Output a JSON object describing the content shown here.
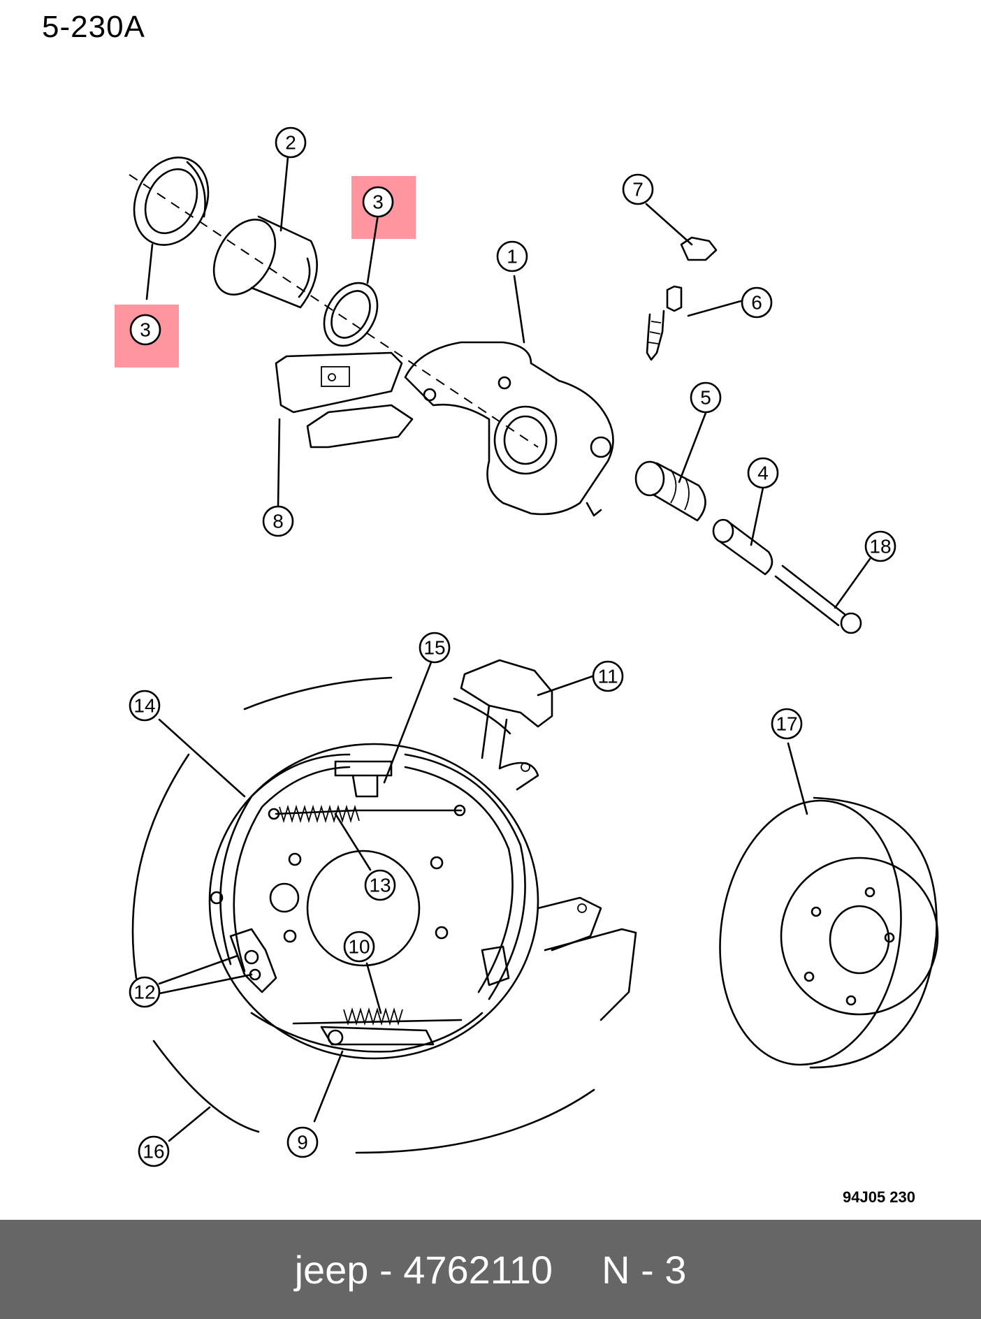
{
  "diagram": {
    "ref_label": "5-230A",
    "drawing_code": "94J05  230",
    "callouts": {
      "c1": "1",
      "c2": "2",
      "c3a": "3",
      "c3b": "3",
      "c4": "4",
      "c5": "5",
      "c6": "6",
      "c7": "7",
      "c8": "8",
      "c9": "9",
      "c10": "10",
      "c11": "11",
      "c12": "12",
      "c13": "13",
      "c14": "14",
      "c15": "15",
      "c16": "16",
      "c17": "17",
      "c18": "18"
    },
    "highlight_color": "#ff5c6c"
  },
  "footer": {
    "part_info": "jeep - 4762110",
    "quantity": "N - 3",
    "bg_color": "#666666"
  }
}
